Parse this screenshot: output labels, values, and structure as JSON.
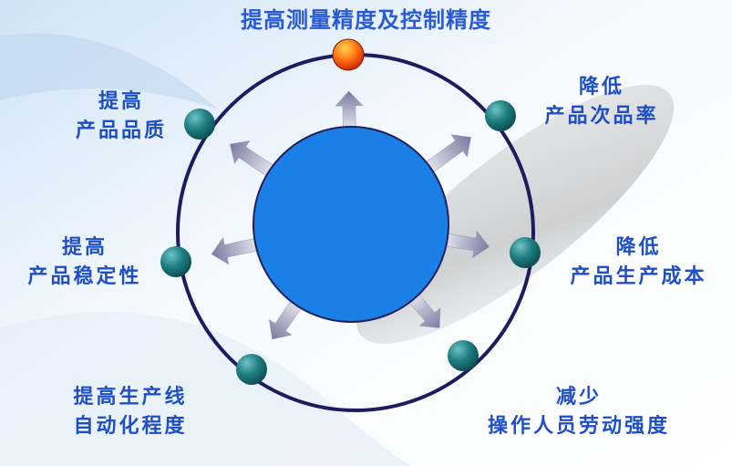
{
  "title": "提高测量精度及控制精度",
  "nodes": {
    "top_left": {
      "line1": "提高",
      "line2": "产品品质"
    },
    "left": {
      "line1": "提高",
      "line2": "产品稳定性"
    },
    "bottom_left": {
      "line1": "提高生产线",
      "line2": "自动化程度"
    },
    "top_right": {
      "line1": "降低",
      "line2": "产品次品率"
    },
    "right": {
      "line1": "降低",
      "line2": "产品生产成本"
    },
    "bottom_right": {
      "line1": "减少",
      "line2": "操作人员劳动强度"
    }
  },
  "colors": {
    "center_circle": "#1a7fe6",
    "ring": "#1c1c5e",
    "node": "#1e7a7a",
    "top_node": "#ff5a1a",
    "arrow": "#8a8aa8",
    "label": "#1f4fc4"
  }
}
